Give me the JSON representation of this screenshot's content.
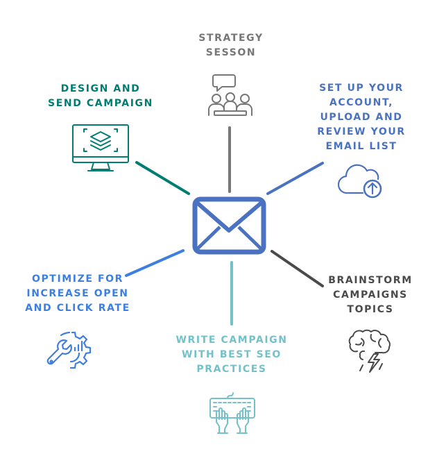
{
  "colors": {
    "strategy": "#777777",
    "design": "#007d72",
    "setup": "#4a72c0",
    "optimize": "#3d7fe0",
    "write": "#73c1c9",
    "brainstorm": "#4a4a4a",
    "center": "#4a72c0"
  },
  "hub": {
    "icon": "envelope-icon"
  },
  "nodes": {
    "strategy": {
      "label": "STRATEGY\nSESSON",
      "icon": "meeting-people-icon"
    },
    "design": {
      "label": "DESIGN AND\nSEND CAMPAIGN",
      "icon": "monitor-layers-icon"
    },
    "setup": {
      "label": "SET UP YOUR\nACCOUNT,\nUPLOAD AND\nREVIEW YOUR\nEMAIL LIST",
      "icon": "cloud-upload-icon"
    },
    "optimize": {
      "label": "OPTIMIZE FOR\nINCREASE OPEN\nAND CLICK RATE",
      "icon": "wrench-gear-chart-icon"
    },
    "write": {
      "label": "WRITE CAMPAIGN\nWITH BEST SEO\nPRACTICES",
      "icon": "keyboard-hands-icon"
    },
    "brainstorm": {
      "label": "BRAINSTORM\nCAMPAIGNS\nTOPICS",
      "icon": "brain-storm-icon"
    }
  }
}
